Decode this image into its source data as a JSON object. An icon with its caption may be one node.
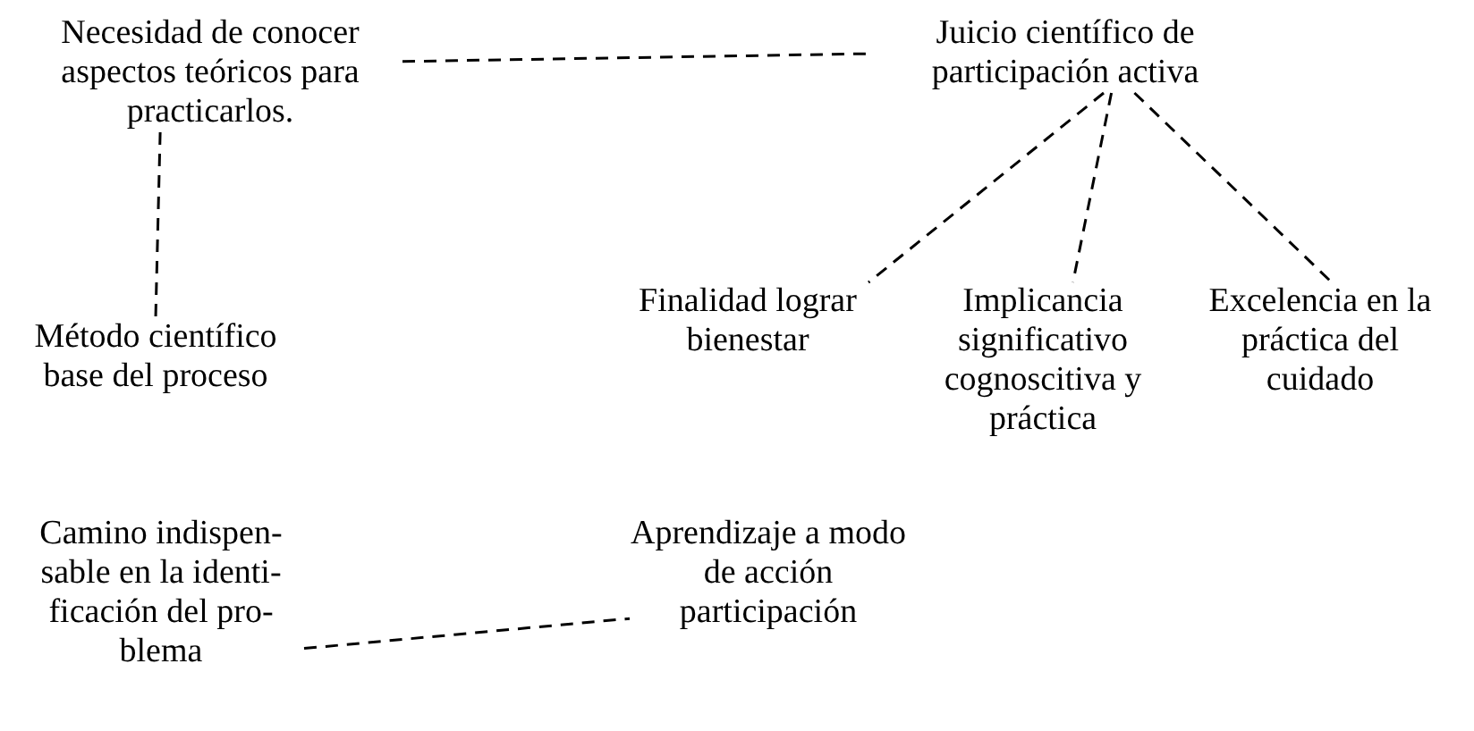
{
  "diagram": {
    "nodes": [
      {
        "text": [
          "Necesidad de conocer aspectos teóricos para practicarlos."
        ]
      },
      {
        "text": [
          "Juicio científico de participación activa"
        ]
      },
      {
        "text": [
          "Método científico base del proceso"
        ]
      },
      {
        "text": [
          "Finalidad lograr bienestar"
        ]
      },
      {
        "text": [
          "Implicancia significativo cognoscitiva y práctica"
        ]
      },
      {
        "text": [
          "Excelencia en la práctica del cuidado"
        ]
      },
      {
        "text": [
          "Camino indispen- sable en la identi- ficación del pro- blema"
        ]
      },
      {
        "text": [
          "Aprendizaje a modo de acción participación"
        ]
      }
    ],
    "edges": [
      {
        "from": 0,
        "to": 1,
        "arrow": "none",
        "style": "dashed"
      },
      {
        "from": 0,
        "to": 2,
        "arrow": "none",
        "style": "dashed"
      },
      {
        "from": 1,
        "to": 3,
        "arrow": "none",
        "style": "dashed"
      },
      {
        "from": 1,
        "to": 4,
        "arrow": "none",
        "style": "dashed"
      },
      {
        "from": 1,
        "to": 5,
        "arrow": "none",
        "style": "dashed"
      },
      {
        "from": 6,
        "to": 7,
        "arrow": "none",
        "style": "dashed"
      }
    ]
  }
}
